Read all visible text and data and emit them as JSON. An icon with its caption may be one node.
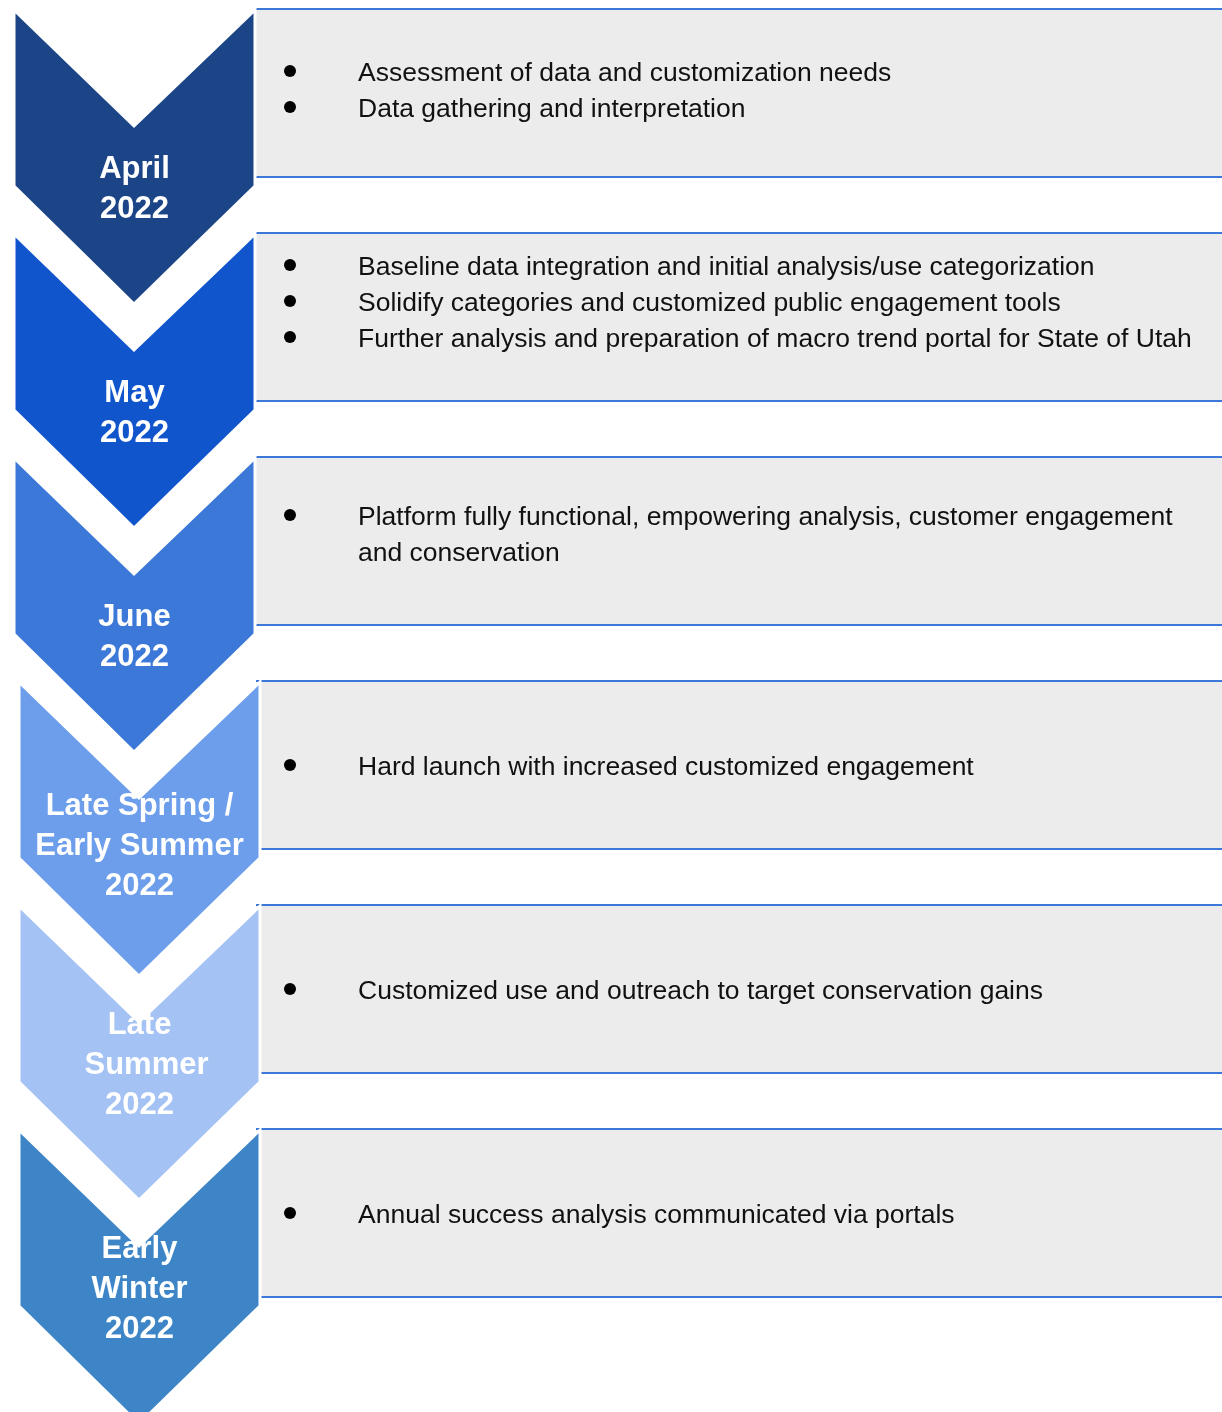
{
  "diagram": {
    "nodes": [
      {
        "text": [
          "April 2022"
        ]
      },
      {
        "text": [
          "Assessment of data and customization needs",
          "Data gathering and interpretation"
        ]
      },
      {
        "text": [
          "May 2022"
        ]
      },
      {
        "text": [
          "Baseline data integration and initial analysis/use categorization",
          "Solidify categories and customized public engagement tools",
          "Further analysis and preparation of macro trend portal for State of Utah"
        ]
      },
      {
        "text": [
          "June 2022"
        ]
      },
      {
        "text": [
          "Platform fully functional, empowering analysis, customer engagement and conservation"
        ]
      },
      {
        "text": [
          "Late Spring / Early Summer 2022"
        ]
      },
      {
        "text": [
          "Hard launch with increased customized engagement"
        ]
      },
      {
        "text": [
          "Late Summer 2022"
        ]
      },
      {
        "text": [
          "Customized use and outreach to target conservation gains"
        ]
      },
      {
        "text": [
          "Early Winter 2022"
        ]
      },
      {
        "text": [
          "Annual success analysis communicated via portals"
        ]
      }
    ]
  }
}
